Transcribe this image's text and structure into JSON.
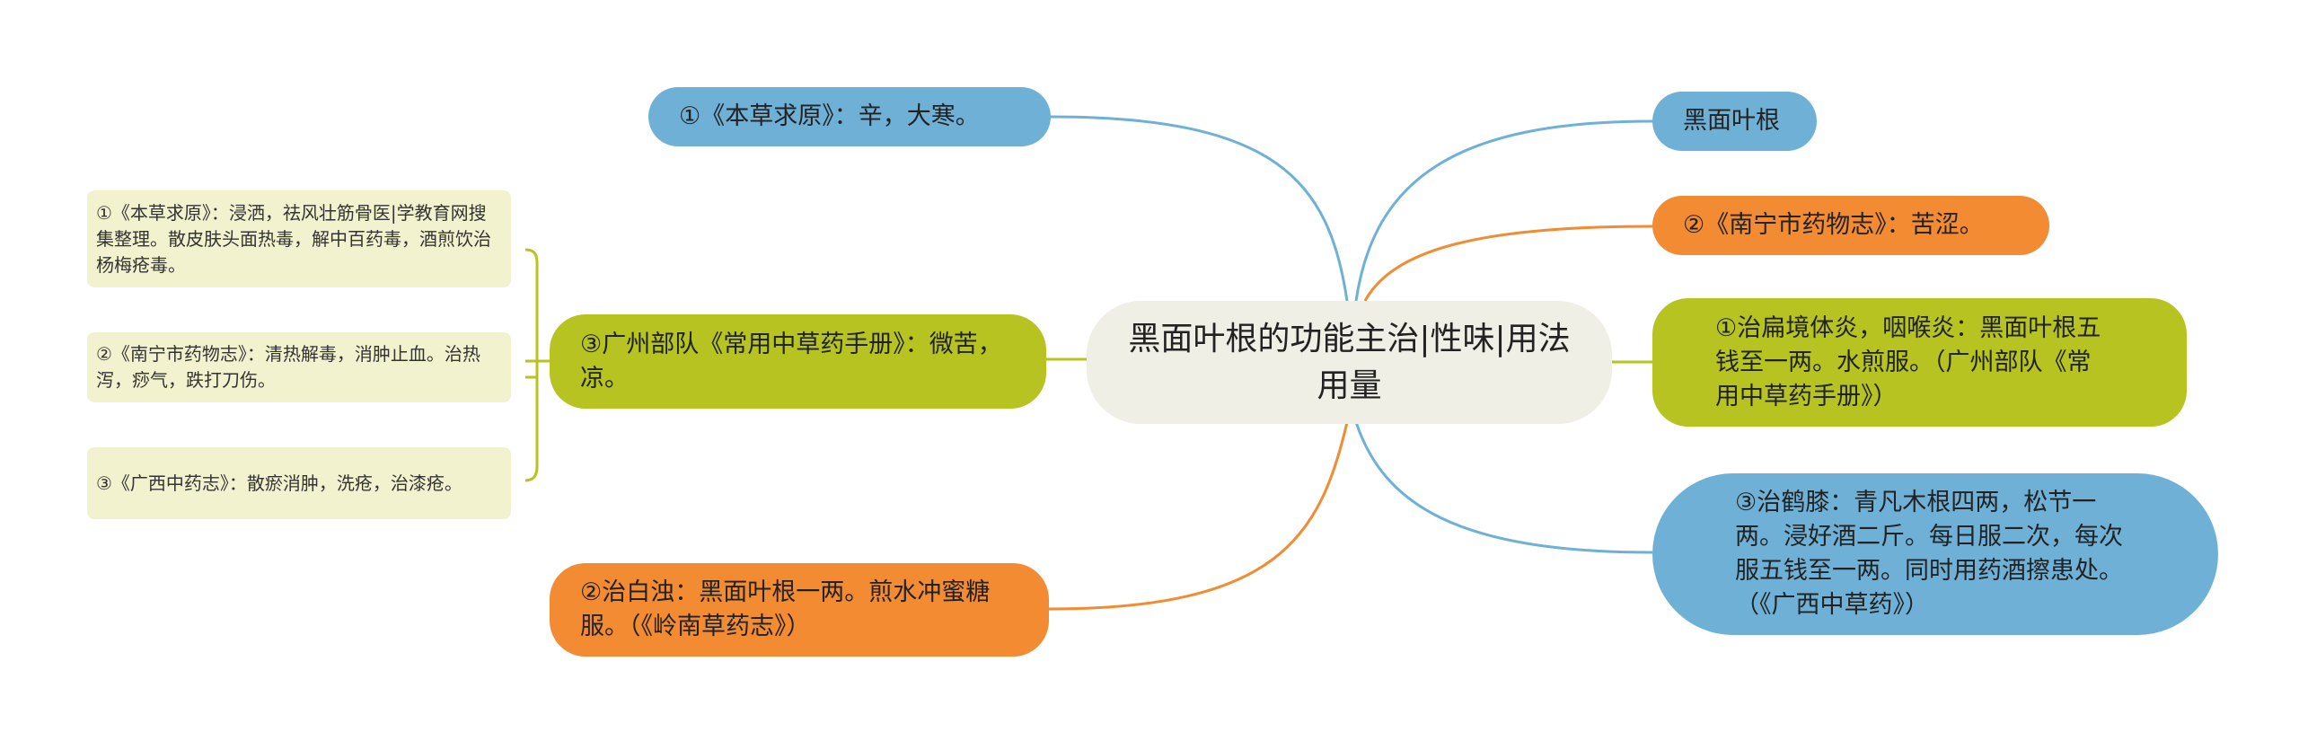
{
  "center": {
    "text": "黑面叶根的功能主治|性味|用法用量"
  },
  "nodes": {
    "left_1": "①《本草求原》：辛，大寒。",
    "left_3": "③广州部队《常用中草药手册》：微苦，凉。",
    "left_2": "②治白浊：黑面叶根一两。煎水冲蜜糖服。（《岭南草药志》）",
    "right_name": "黑面叶根",
    "right_2": "②《南宁市药物志》：苦涩。",
    "right_1": "①治扁境体炎，咽喉炎：黑面叶根五钱至一两。水煎服。（广州部队《常用中草药手册》）",
    "right_3": "③治鹤膝：青凡木根四两，松节一两。浸好酒二斤。每日服二次，每次服五钱至一两。同时用药酒擦患处。（《广西中草药》）"
  },
  "cards": [
    "①《本草求原》：浸洒，祛风壮筋骨医|学教育网搜集整理。散皮肤头面热毒，解中百药毒，酒煎饮治杨梅疮毒。",
    "②《南宁市药物志》：清热解毒，消肿止血。治热泻，痧气，跌打刀伤。",
    "③《广西中药志》：散瘀消肿，洗疮，治漆疮。"
  ],
  "colors": {
    "blue": "#6fb1d6",
    "orange": "#f28b32",
    "olive": "#b6c320",
    "center": "#efefe6",
    "card": "#f2f2cf"
  }
}
